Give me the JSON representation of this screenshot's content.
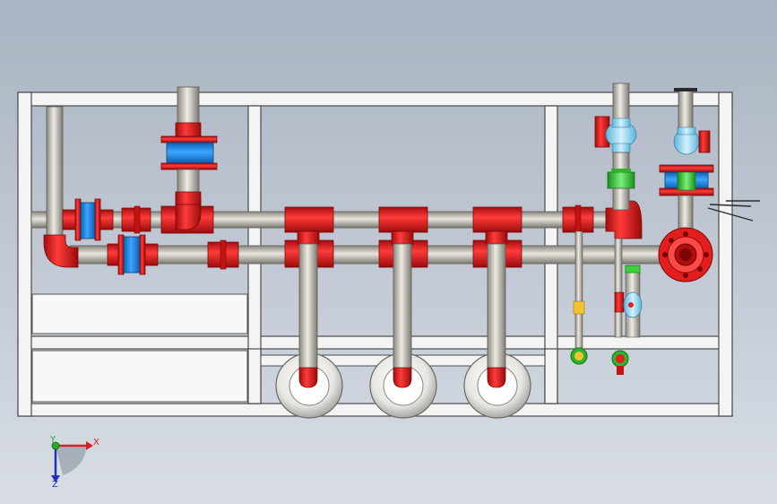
{
  "viewport": {
    "background_top": "#a9b3c1",
    "background_bottom": "#d9dee5"
  },
  "model": {
    "frame_color": "#ffffff",
    "frame_edge": "#4a4a4a",
    "pipe_color": "#c9c5bd",
    "fitting_color": "#e31e1e",
    "flange_blue": "#1e90e8",
    "valve_light_blue": "#9ad8f0",
    "valve_green": "#3ccf3c",
    "wheel_color": "#ededed",
    "branch_count": 3,
    "wheel_count": 3
  },
  "triad": {
    "x_label": "X",
    "y_label": "Y",
    "z_label": "Z",
    "x_color": "#e02020",
    "y_color": "#20b020",
    "z_color": "#2030c0"
  }
}
